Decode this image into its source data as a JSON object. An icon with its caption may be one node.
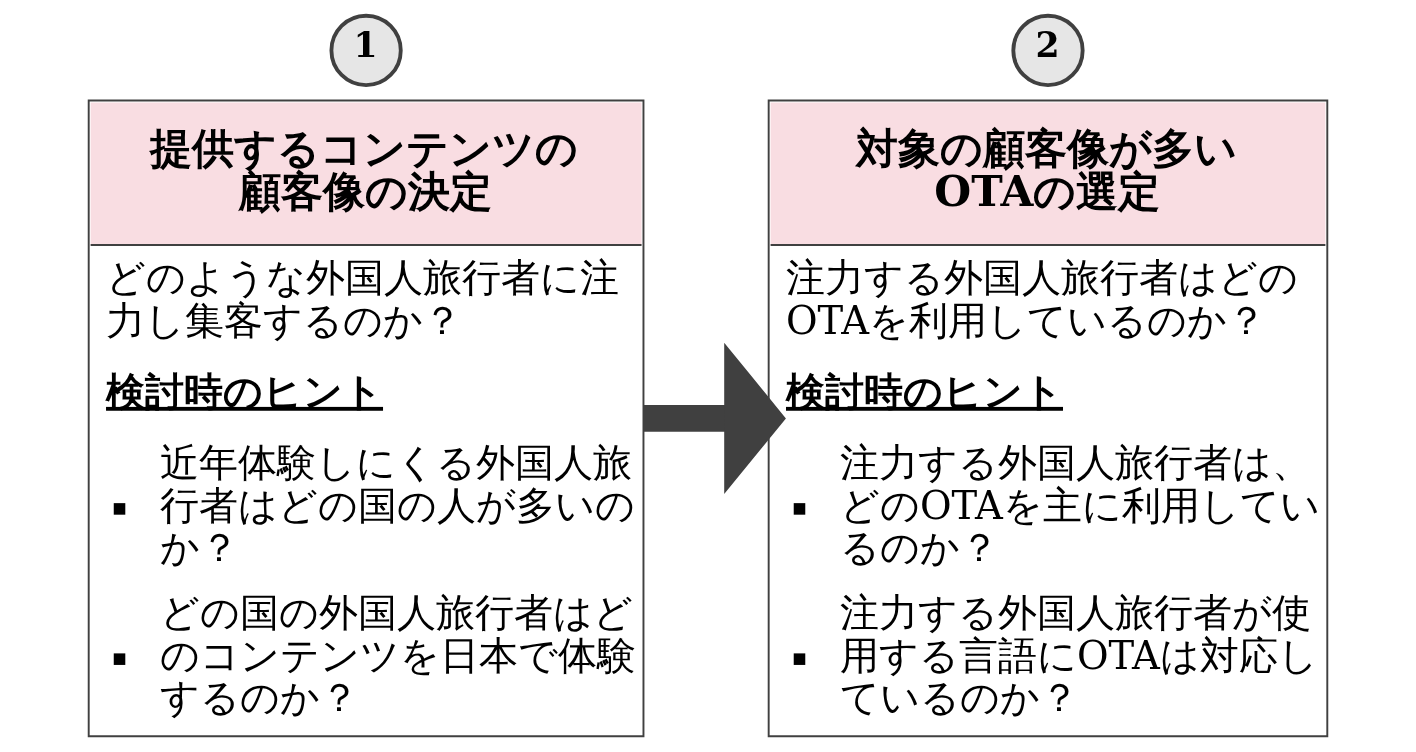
{
  "diagram": {
    "nodes": [
      {
        "text": [
          "1"
        ]
      },
      {
        "text": [
          "提供するコンテンツの顧客像の決定",
          "どのような外国人旅行者に注力し集客するのか？",
          "検討時のヒント",
          "近年体験しにくる外国人旅行者はどの国の人が多いのか？",
          "どの国の外国人旅行者はどのコンテンツを日本で体験するのか？"
        ]
      },
      {
        "text": [
          "2"
        ]
      },
      {
        "text": [
          "対象の顧客像が多いOTAの選定",
          "注力する外国人旅行者はどのOTAを利用しているのか？",
          "検討時のヒント",
          "注力する外国人旅行者は、どのOTAを主に利用しているのか？",
          "注力する外国人旅行者が使用する言語にOTAは対応しているのか？"
        ]
      }
    ],
    "edges": [
      {
        "from": 1,
        "to": 3,
        "arrow": "to"
      }
    ]
  }
}
